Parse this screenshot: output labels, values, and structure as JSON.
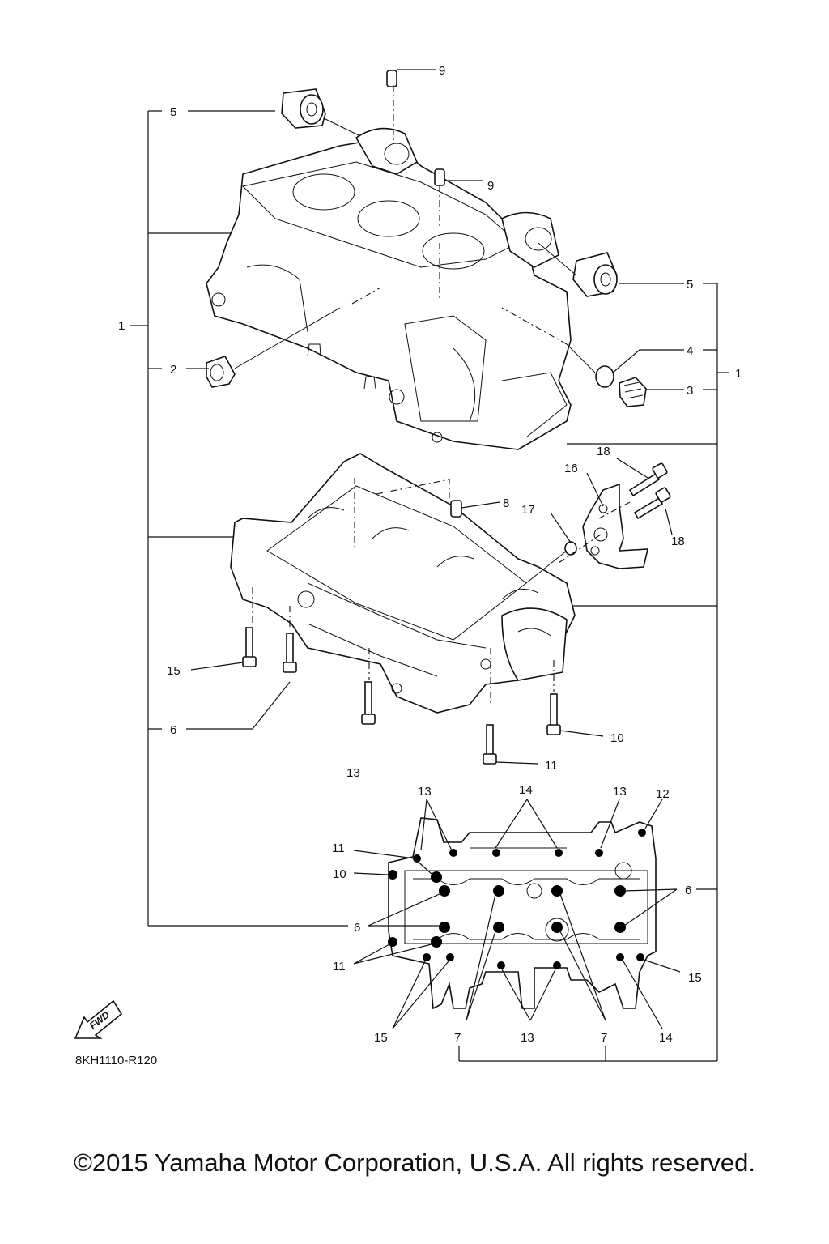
{
  "diagram": {
    "drawing_code": "8KH1110-R120",
    "fwd_label": "FWD",
    "callouts": {
      "c1_left": "1",
      "c1_right": "1",
      "c2": "2",
      "c3": "3",
      "c4": "4",
      "c5_top": "5",
      "c5_right": "5",
      "c6_left_upper": "6",
      "c6_left_lower": "6",
      "c6_right": "6",
      "c7_left": "7",
      "c7_right": "7",
      "c8": "8",
      "c9_top": "9",
      "c9_mid": "9",
      "c10_bolt": "10",
      "c10_plan": "10",
      "c11_bolt": "11",
      "c11_plan_top": "11",
      "c11_plan_bottom": "11",
      "c12": "12",
      "c13_bolt": "13",
      "c13_plan_left": "13",
      "c13_plan_right": "13",
      "c13_plan_bottom": "13",
      "c14_top": "14",
      "c14_bottom": "14",
      "c15_bolt": "15",
      "c15_plan_right": "15",
      "c15_plan_left": "15",
      "c16": "16",
      "c17": "17",
      "c18_top": "18",
      "c18_bottom": "18"
    }
  },
  "footer": {
    "copyright": "©2015 Yamaha Motor Corporation, U.S.A. All rights reserved."
  }
}
